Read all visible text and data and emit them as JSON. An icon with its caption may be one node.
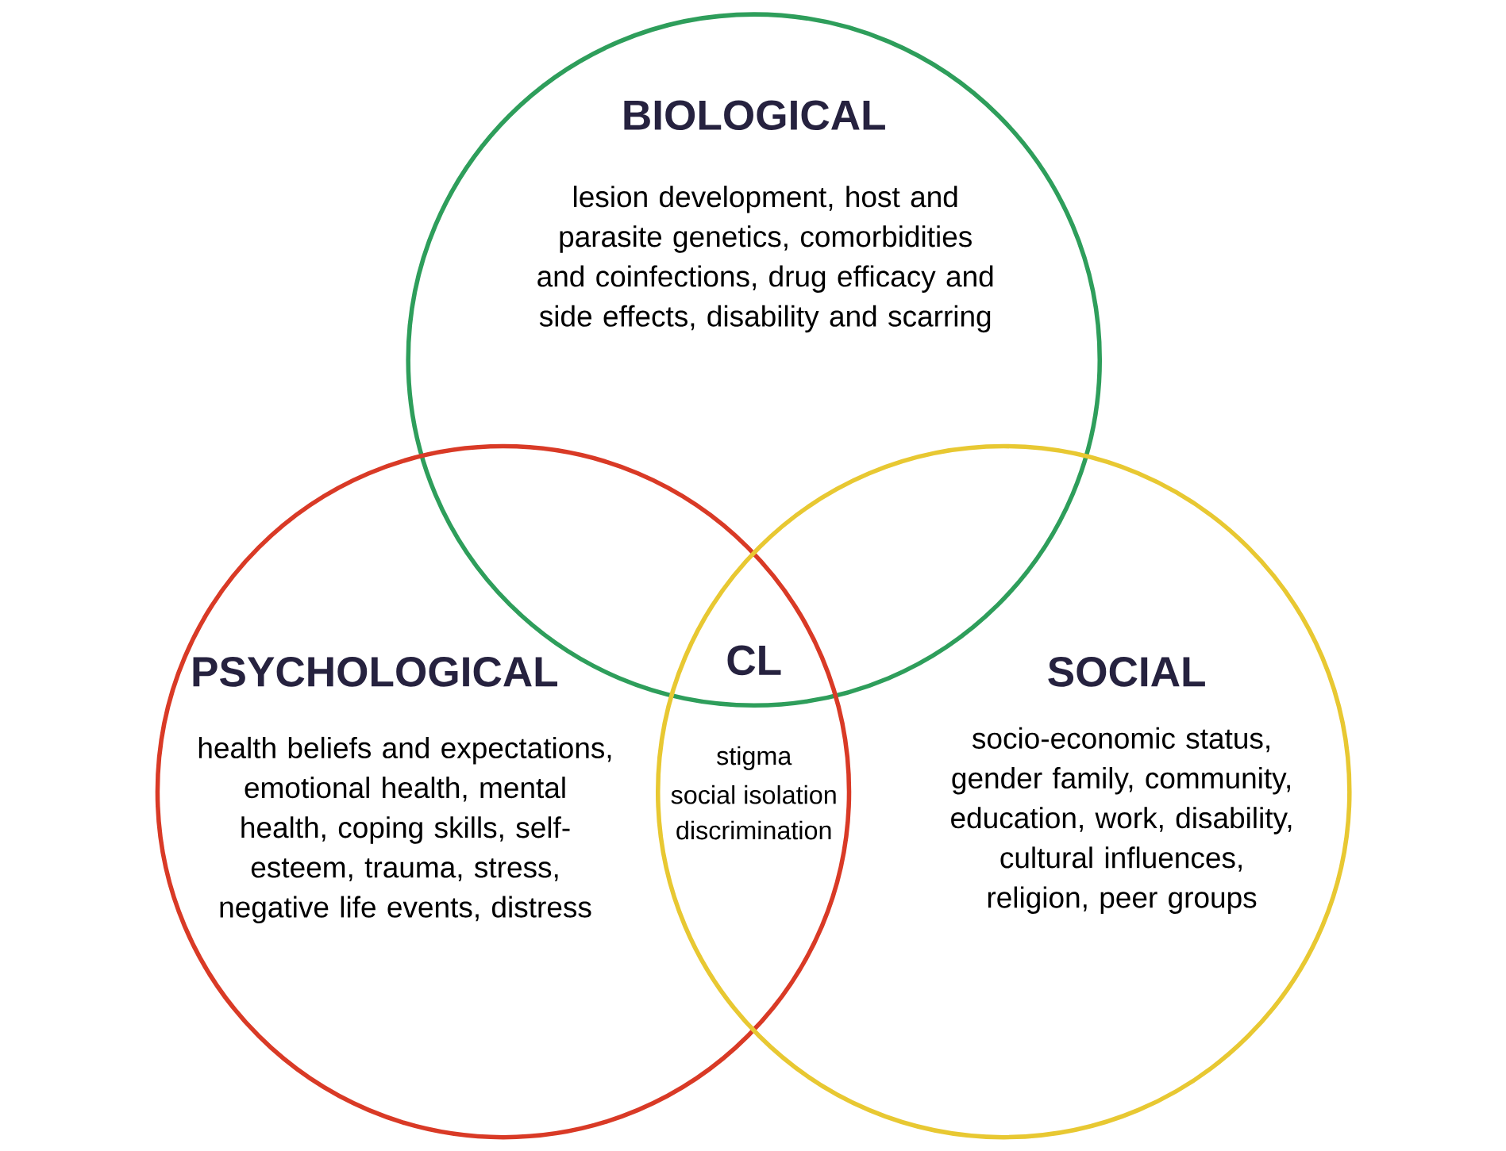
{
  "diagram": {
    "nodes": [
      {
        "text": [
          "BIOLOGICAL",
          "lesion development, host and parasite genetics, comorbidities and coinfections, drug efficacy and side effects, disability and scarring"
        ]
      },
      {
        "text": [
          "PSYCHOLOGICAL",
          "health beliefs and expectations, emotional health, mental health, coping skills, self-esteem, trauma, stress, negative life events, distress"
        ]
      },
      {
        "text": [
          "SOCIAL",
          "socio-economic status, gender family, community, education, work, disability, cultural influences, religion, peer groups"
        ]
      }
    ],
    "labels": [
      "CL",
      "stigma",
      "social isolation",
      "discrimination"
    ]
  }
}
